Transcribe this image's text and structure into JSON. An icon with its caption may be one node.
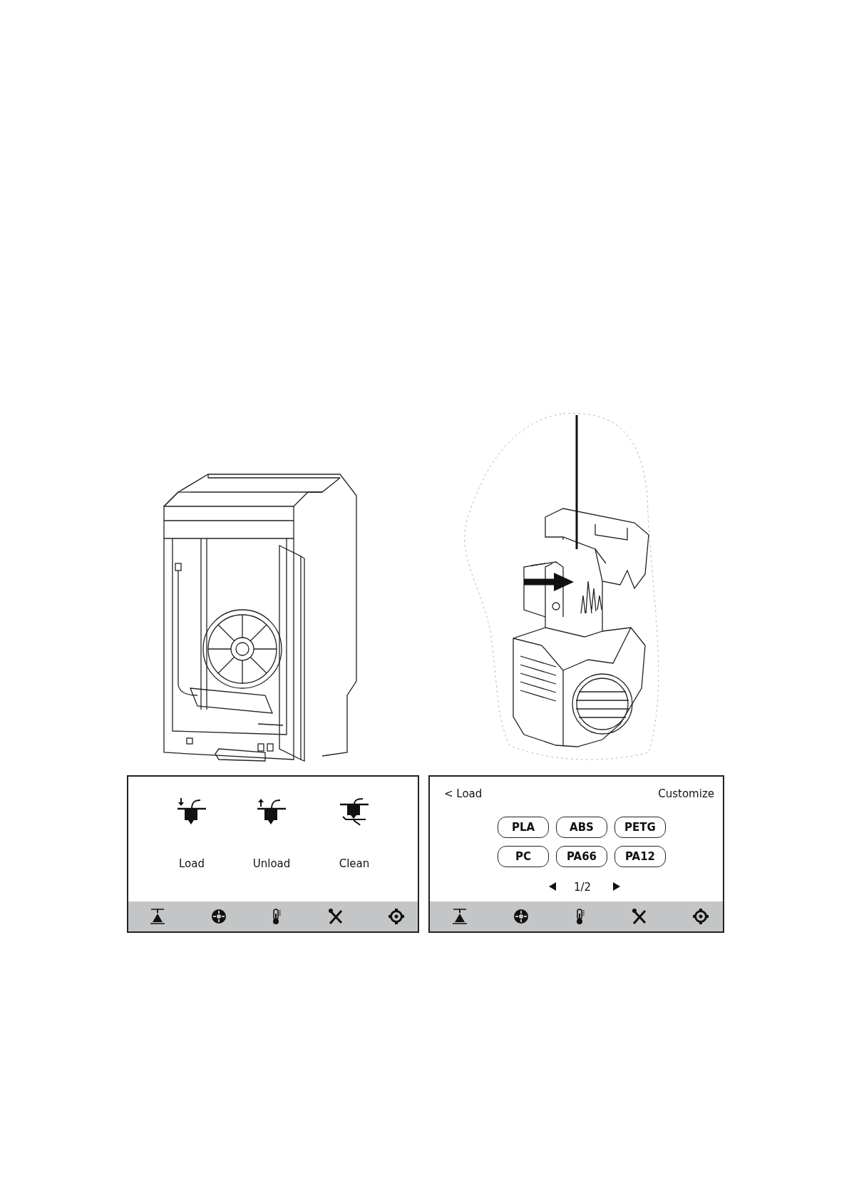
{
  "diagram": {
    "nodes": [
      {
        "text": [
          "Load",
          "Unload",
          "Clean"
        ]
      },
      {
        "text": [
          "< Load",
          "Customize",
          "1/2"
        ]
      },
      {
        "text": [
          "PLA"
        ],
        "in": 1
      },
      {
        "text": [
          "ABS"
        ],
        "in": 1
      },
      {
        "text": [
          "PETG"
        ],
        "in": 1
      },
      {
        "text": [
          "PC"
        ],
        "in": 1
      },
      {
        "text": [
          "PA66"
        ],
        "in": 1
      },
      {
        "text": [
          "PA12"
        ],
        "in": 1
      }
    ]
  }
}
